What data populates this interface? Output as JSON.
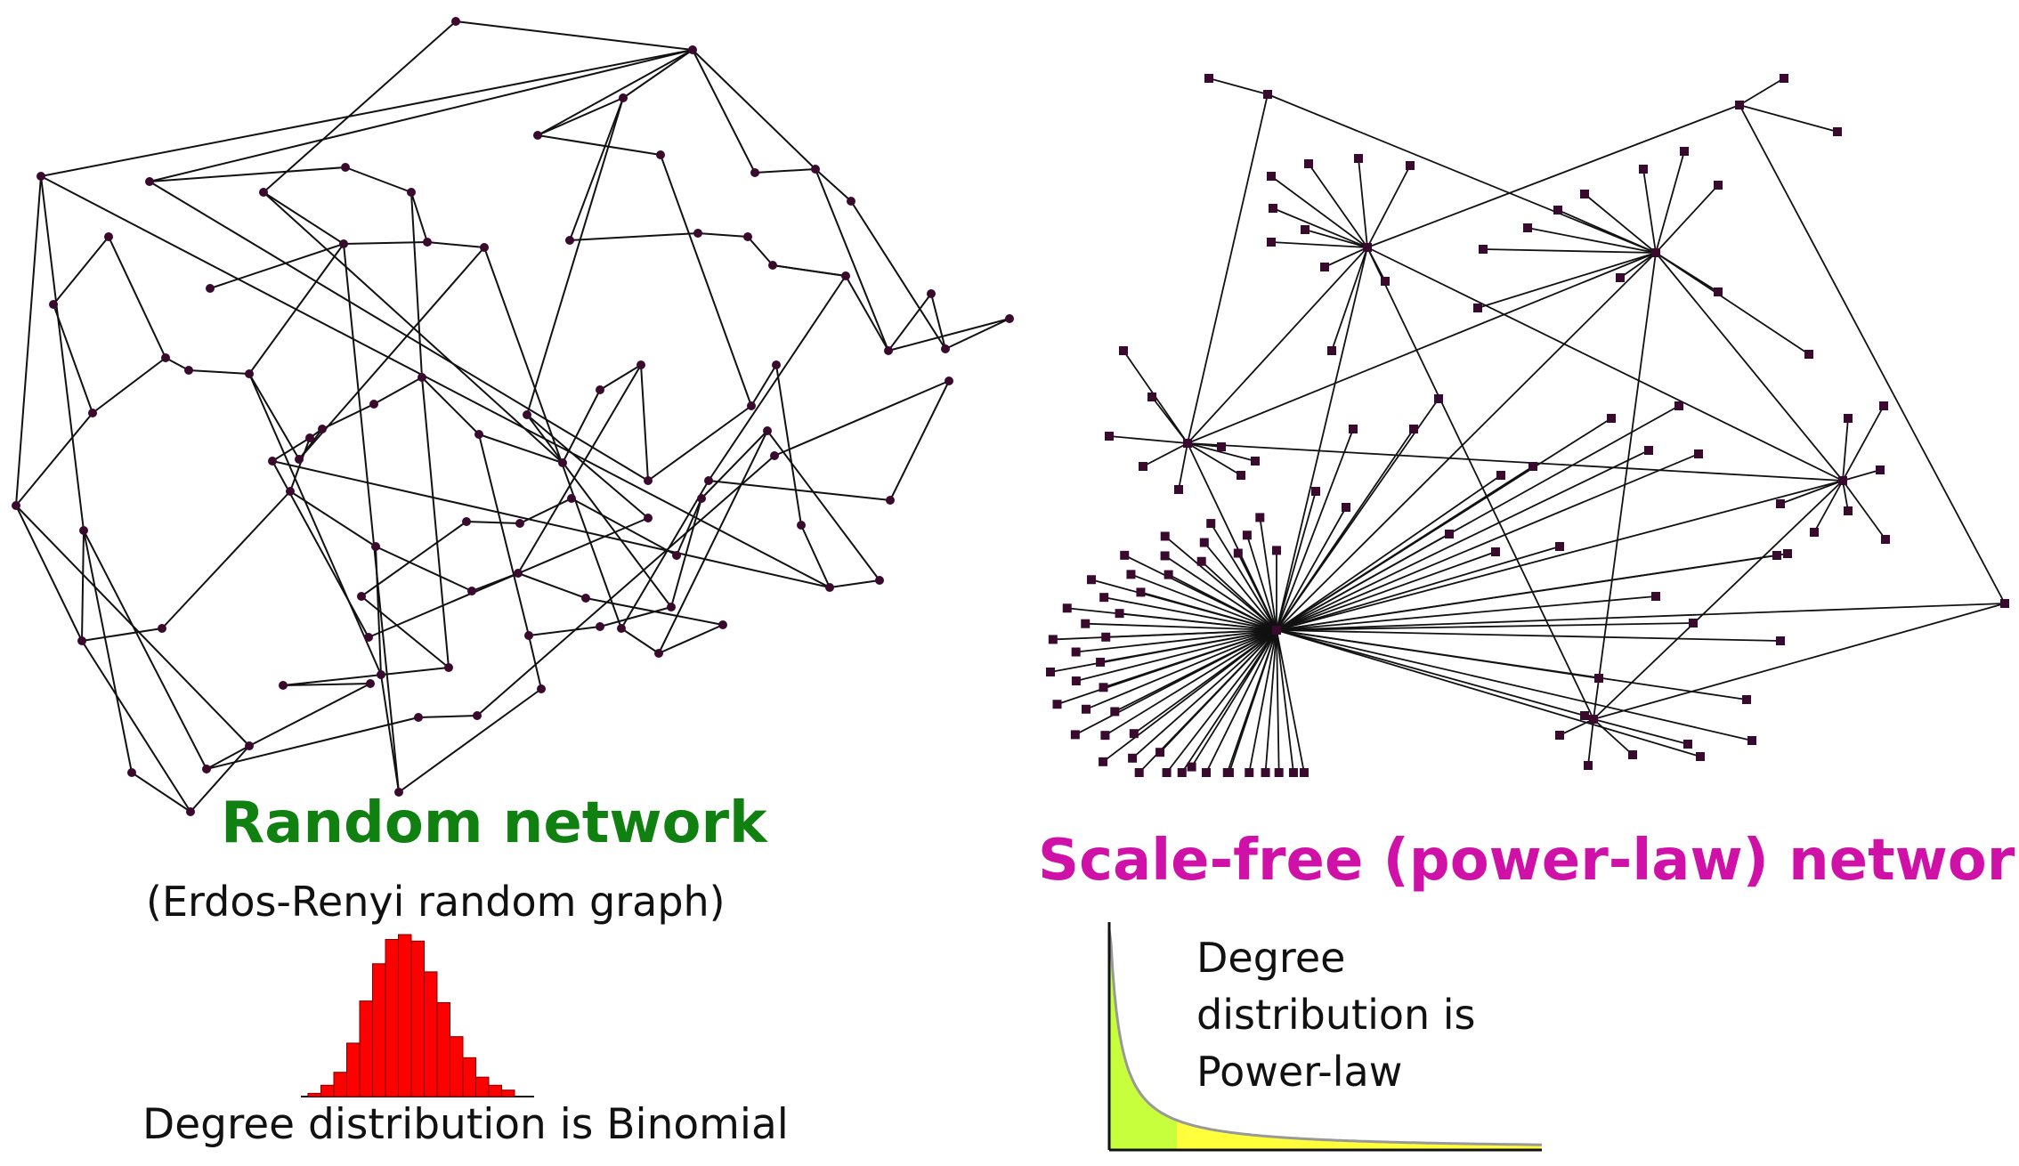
{
  "random": {
    "title": "Random network",
    "subtitle": "(Erdos-Renyi random graph)",
    "caption": "Degree distribution is Binomial",
    "histogram": [
      0.02,
      0.07,
      0.15,
      0.33,
      0.59,
      0.82,
      0.97,
      1.0,
      0.96,
      0.77,
      0.58,
      0.37,
      0.24,
      0.12,
      0.07,
      0.04
    ]
  },
  "scalefree": {
    "title": "Scale-free (power-law) network",
    "caption": {
      "line1": "Degree",
      "line2": "distribution is",
      "line3": "Power-law"
    }
  },
  "colors": {
    "node": "#3a0a2e",
    "edge": "#111111",
    "random_title": "#108010",
    "scalefree_title": "#d011a8",
    "histogram_bar": "#ff0000",
    "curve_head": "#c8ff3c",
    "curve_tail": "#ffff3c"
  }
}
